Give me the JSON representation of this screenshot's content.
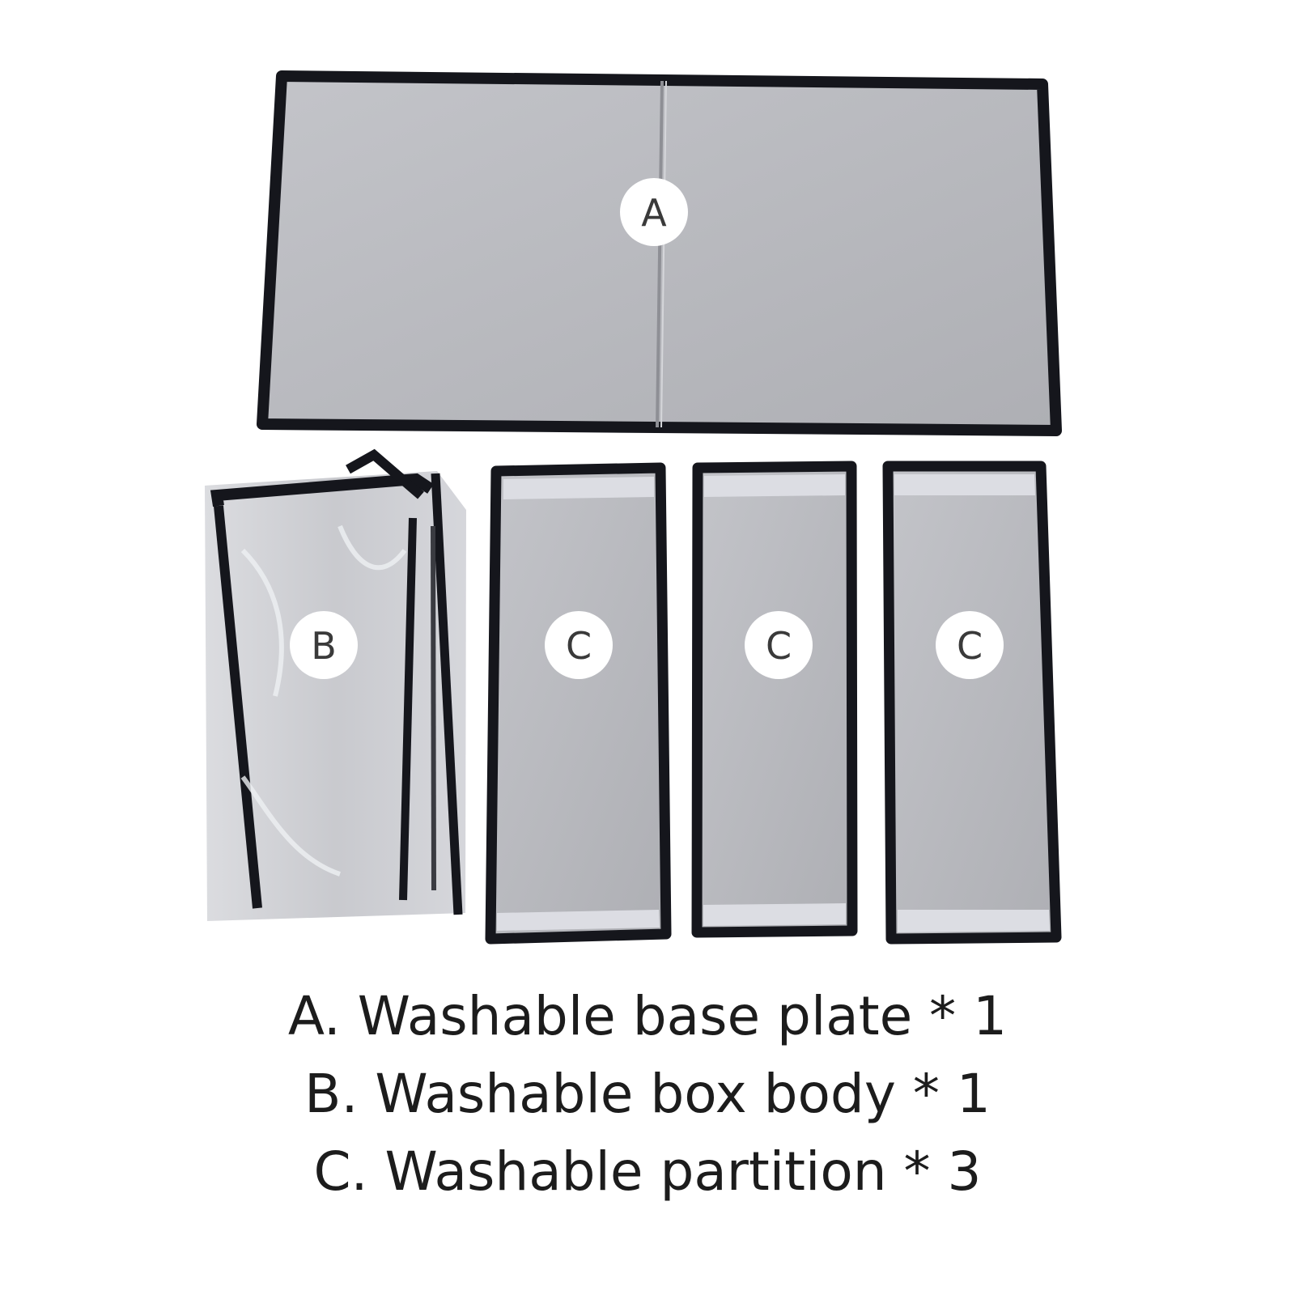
{
  "parts": {
    "base_plate": {
      "letter": "A"
    },
    "box_body": {
      "letter": "B"
    },
    "partition_1": {
      "letter": "C"
    },
    "partition_2": {
      "letter": "C"
    },
    "partition_3": {
      "letter": "C"
    }
  },
  "caption": {
    "line_a": "A. Washable base plate * 1",
    "line_b": "B. Washable box body * 1",
    "line_c": "C. Washable partition * 3"
  },
  "colors": {
    "panel_fill": "#b6b7bc",
    "panel_border": "#15161c",
    "strip_fill": "#dcdde3",
    "badge_fill": "#ffffff",
    "background": "#ffffff"
  }
}
